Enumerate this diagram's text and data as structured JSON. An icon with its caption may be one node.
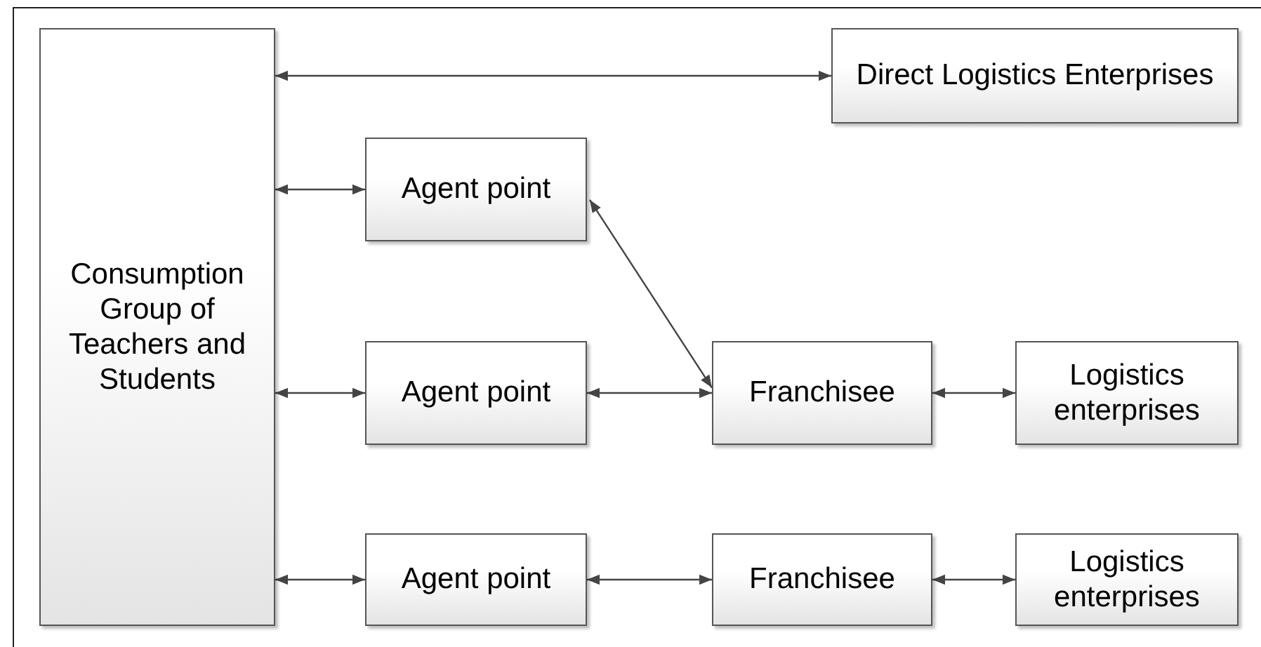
{
  "diagram": {
    "nodes": [
      {
        "text": [
          "Consumption Group of Teachers and Students"
        ]
      },
      {
        "text": [
          "Direct Logistics Enterprises"
        ]
      },
      {
        "text": [
          "Agent point"
        ]
      },
      {
        "text": [
          "Agent point"
        ]
      },
      {
        "text": [
          "Franchisee"
        ]
      },
      {
        "text": [
          "Logistics enterprises"
        ]
      },
      {
        "text": [
          "Agent point"
        ]
      },
      {
        "text": [
          "Franchisee"
        ]
      },
      {
        "text": [
          "Logistics enterprises"
        ]
      }
    ],
    "edges": [
      {
        "from": 0,
        "to": 1,
        "arrow": "both"
      },
      {
        "from": 0,
        "to": 2,
        "arrow": "both"
      },
      {
        "from": 0,
        "to": 3,
        "arrow": "both"
      },
      {
        "from": 2,
        "to": 4,
        "arrow": "both"
      },
      {
        "from": 3,
        "to": 4,
        "arrow": "both"
      },
      {
        "from": 4,
        "to": 5,
        "arrow": "both"
      },
      {
        "from": 0,
        "to": 6,
        "arrow": "both"
      },
      {
        "from": 6,
        "to": 7,
        "arrow": "both"
      },
      {
        "from": 7,
        "to": 8,
        "arrow": "both"
      }
    ]
  }
}
